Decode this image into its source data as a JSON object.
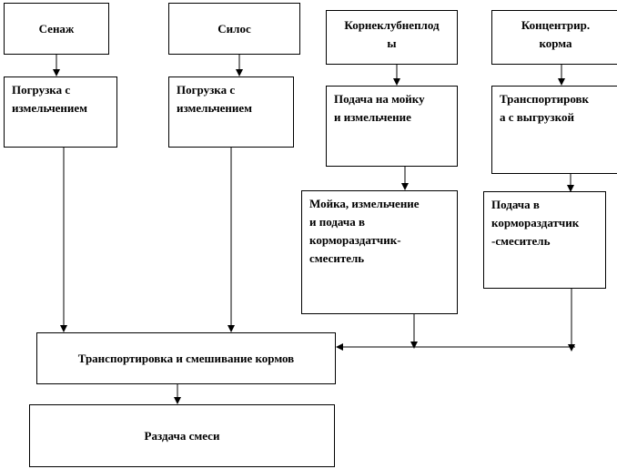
{
  "diagram": {
    "nodes": {
      "senazh": {
        "label": "Сенаж"
      },
      "silos": {
        "label": "Силос"
      },
      "root_crops": {
        "label": "Корнеклубнеплод\nы"
      },
      "concentrates": {
        "label": "Концентрир.\nкорма"
      },
      "load_chop_senazh": {
        "label": "Погрузка  с\nизмельчением"
      },
      "load_chop_silos": {
        "label": "Погрузка  с\nизмельчением"
      },
      "wash_feed_chop": {
        "label": "Подача на мойку\nи измельчение"
      },
      "transport_unload": {
        "label": "Транспортировк\nа с выгрузкой"
      },
      "wash_chop_feed_mixer": {
        "label": "Мойка, измельчение\nи подача в\nкормораздатчик-\nсмеситель"
      },
      "feed_into_mixer": {
        "label": "Подача в\nкормораздатчик\n-смеситель"
      },
      "transport_mixing": {
        "label": "Транспортировка и смешивание кормов"
      },
      "mixture_distribution": {
        "label": "Раздача смеси"
      }
    },
    "colors": {
      "stroke": "#000000",
      "background": "#ffffff"
    }
  }
}
